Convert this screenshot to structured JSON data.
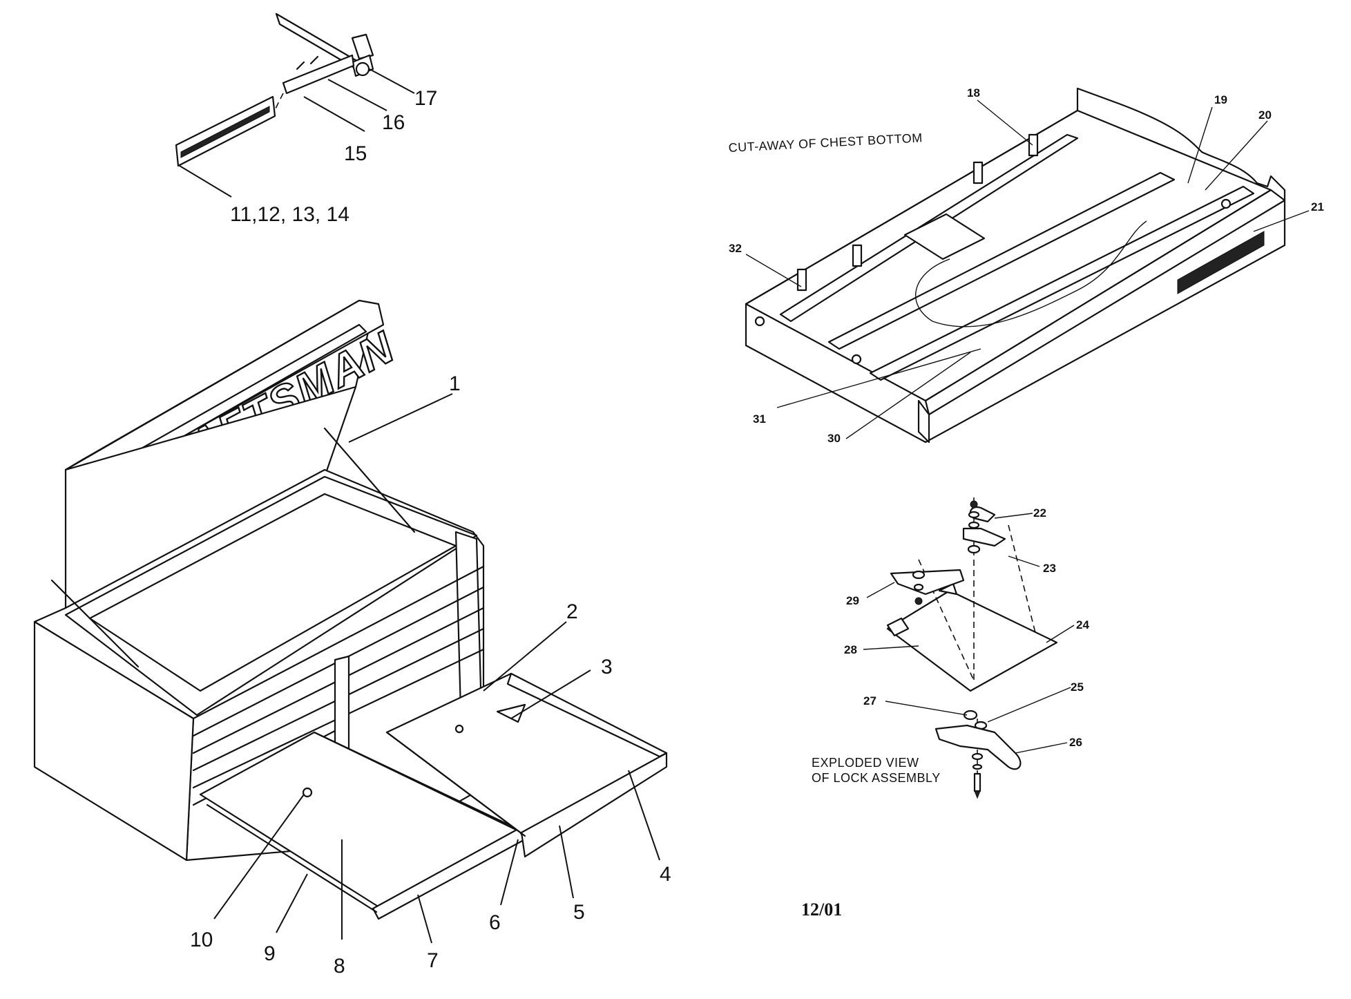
{
  "diagram": {
    "captions": {
      "cutaway": "CUT-AWAY OF CHEST BOTTOM",
      "exploded_line1": "EXPLODED VIEW",
      "exploded_line2": "OF LOCK ASSEMBLY"
    },
    "date_code": "12/01",
    "brand_text": "CRAFTSMAN",
    "callouts": {
      "c1": "1",
      "c2": "2",
      "c3": "3",
      "c4": "4",
      "c5": "5",
      "c6": "6",
      "c7": "7",
      "c8": "8",
      "c9": "9",
      "c10": "10",
      "c11_14": "11,12, 13, 14",
      "c15": "15",
      "c16": "16",
      "c17": "17",
      "c18": "18",
      "c19": "19",
      "c20": "20",
      "c21": "21",
      "c22": "22",
      "c23": "23",
      "c24": "24",
      "c25": "25",
      "c26": "26",
      "c27": "27",
      "c28": "28",
      "c29": "29",
      "c30": "30",
      "c31": "31",
      "c32": "32"
    }
  }
}
